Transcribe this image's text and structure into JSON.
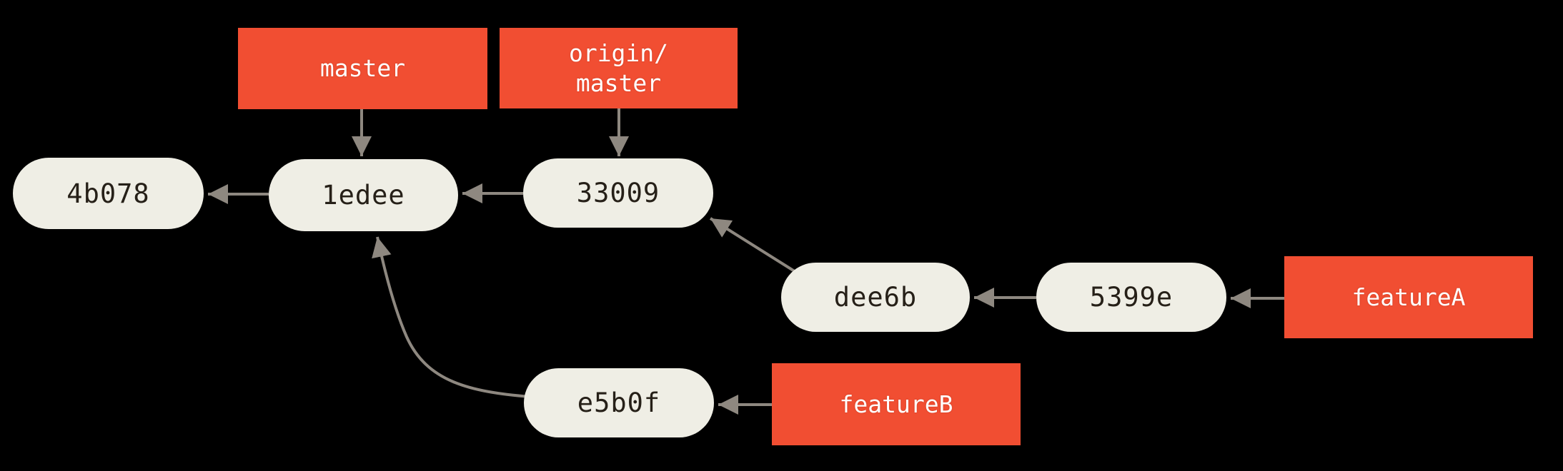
{
  "title": "Git commit history diagram",
  "colors": {
    "background": "#000000",
    "commit_fill": "#EFEEE5",
    "commit_text": "#262018",
    "branch_fill": "#F14E32",
    "branch_text": "#FFFFFF",
    "arrow": "#8E8880"
  },
  "commits": [
    {
      "id": "4b078"
    },
    {
      "id": "1edee"
    },
    {
      "id": "33009"
    },
    {
      "id": "dee6b"
    },
    {
      "id": "5399e"
    },
    {
      "id": "e5b0f"
    }
  ],
  "branches": [
    {
      "name": "master",
      "line1": "master",
      "line2": "",
      "points_to": "1edee"
    },
    {
      "name": "origin/master",
      "line1": "origin/",
      "line2": "master",
      "points_to": "33009"
    },
    {
      "name": "featureA",
      "line1": "featureA",
      "line2": "",
      "points_to": "5399e"
    },
    {
      "name": "featureB",
      "line1": "featureB",
      "line2": "",
      "points_to": "e5b0f"
    }
  ],
  "edges": [
    {
      "from": "master",
      "to": "1edee"
    },
    {
      "from": "origin/master",
      "to": "33009"
    },
    {
      "from": "1edee",
      "to": "4b078"
    },
    {
      "from": "33009",
      "to": "1edee"
    },
    {
      "from": "dee6b",
      "to": "33009"
    },
    {
      "from": "5399e",
      "to": "dee6b"
    },
    {
      "from": "featureA",
      "to": "5399e"
    },
    {
      "from": "e5b0f",
      "to": "1edee"
    },
    {
      "from": "featureB",
      "to": "e5b0f"
    }
  ]
}
